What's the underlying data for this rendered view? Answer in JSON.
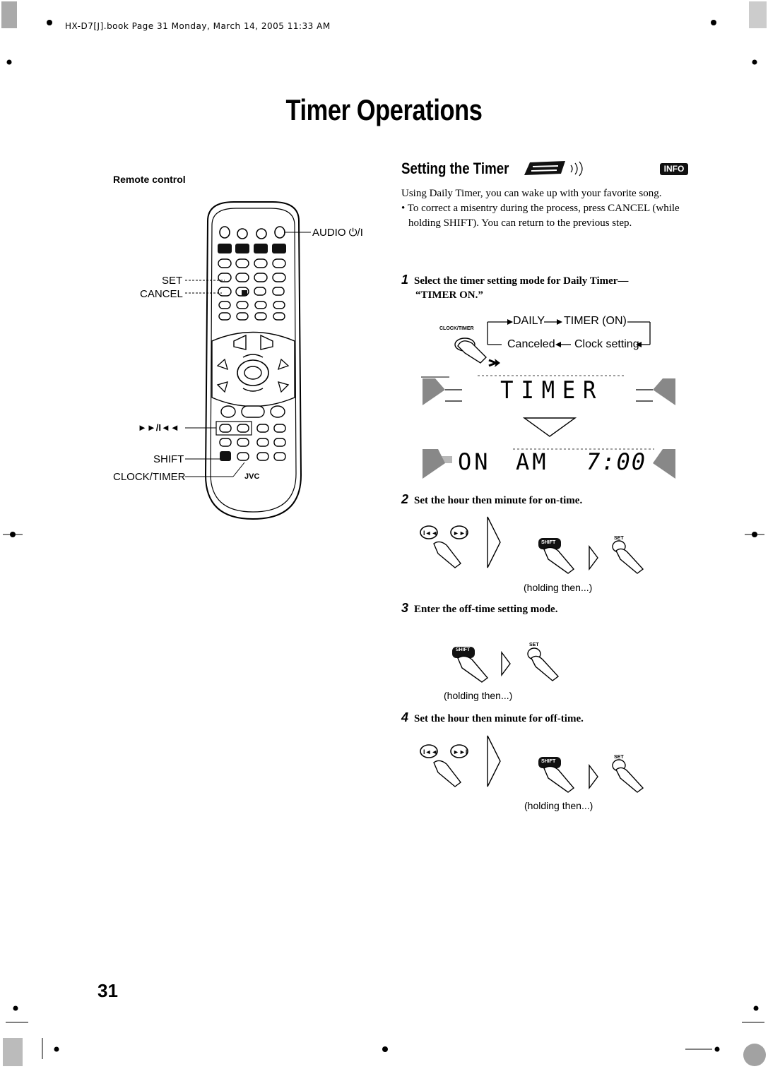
{
  "header": {
    "book_line": "HX-D7[J].book  Page 31  Monday, March 14, 2005  11:33 AM"
  },
  "page_title": "Timer Operations",
  "remote": {
    "label": "Remote control",
    "callouts": {
      "audio": "AUDIO ⏻/I",
      "set": "SET",
      "cancel": "CANCEL",
      "skip": "►►/I◄◄",
      "shift": "SHIFT",
      "clock_timer": "CLOCK/TIMER"
    },
    "brand": "JVC"
  },
  "section": {
    "title": "Setting the Timer",
    "badge": "INFO",
    "intro": "Using Daily Timer, you can wake up with your favorite song.",
    "bullet": "• To correct a misentry during the process, press CANCEL (while holding SHIFT). You can return to the previous step."
  },
  "steps": [
    {
      "num": "1",
      "text": "Select the timer setting mode for Daily Timer—",
      "cont": "“TIMER ON.”"
    },
    {
      "num": "2",
      "text": "Set the hour then minute for on-time."
    },
    {
      "num": "3",
      "text": "Enter the off-time setting mode."
    },
    {
      "num": "4",
      "text": "Set the hour then minute for off-time."
    }
  ],
  "flow": {
    "daily": "DAILY",
    "timer_on": "TIMER (ON)",
    "canceled": "Canceled",
    "clock_setting": "Clock setting",
    "button_label": "CLOCK/TIMER"
  },
  "displays": {
    "display1": "TIMER",
    "display2_left": "ON",
    "display2_mid": "AM",
    "display2_right": "7:00"
  },
  "button_labels": {
    "shift": "SHIFT",
    "set": "SET"
  },
  "holding": "(holding then...)",
  "page_number": "31"
}
